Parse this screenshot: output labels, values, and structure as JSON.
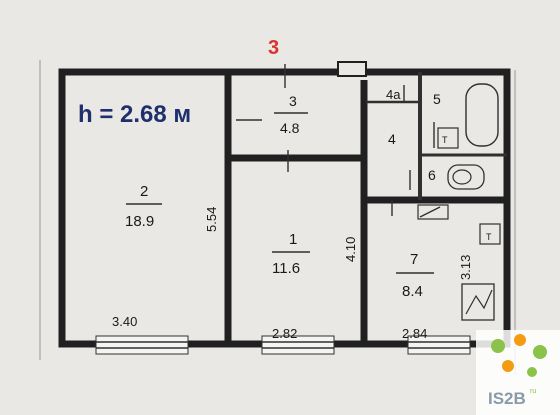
{
  "plan": {
    "entrance_number": "3",
    "ceiling_height": "h = 2.68 м",
    "rooms": [
      {
        "id": "room-2",
        "number": "2",
        "area": "18.9"
      },
      {
        "id": "room-1",
        "number": "1",
        "area": "11.6"
      },
      {
        "id": "room-3",
        "number": "3",
        "area": "4.8"
      },
      {
        "id": "room-7",
        "number": "7",
        "area": "8.4"
      },
      {
        "id": "room-4",
        "number": "4"
      },
      {
        "id": "room-4a",
        "number": "4а"
      },
      {
        "id": "room-5",
        "number": "5"
      },
      {
        "id": "room-6",
        "number": "6"
      }
    ],
    "dimensions": {
      "room2_width": "3.40",
      "room2_height": "5.54",
      "room1_width": "2.82",
      "room1_height": "4.10",
      "room7_width": "2.84",
      "room7_height": "3.13"
    },
    "colors": {
      "accent_red": "#d9342b",
      "title_blue": "#1f2f6e"
    }
  },
  "logo": {
    "text": "IS2B",
    "sup": "ru"
  }
}
